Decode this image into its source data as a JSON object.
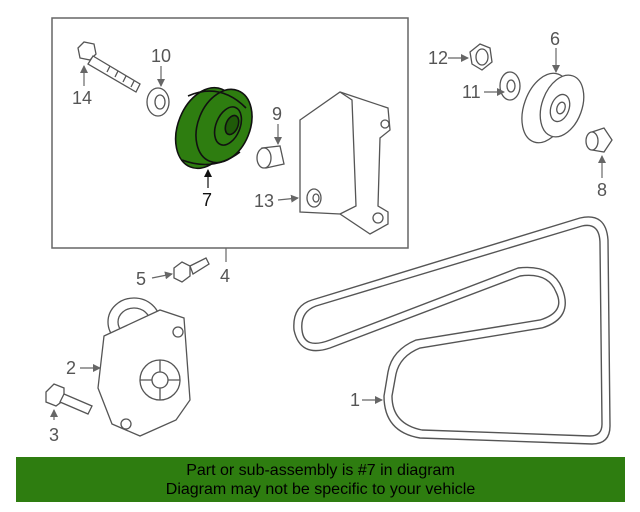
{
  "diagram": {
    "callouts": [
      {
        "id": "1",
        "label": "1"
      },
      {
        "id": "2",
        "label": "2"
      },
      {
        "id": "3",
        "label": "3"
      },
      {
        "id": "4",
        "label": "4"
      },
      {
        "id": "5",
        "label": "5"
      },
      {
        "id": "6",
        "label": "6"
      },
      {
        "id": "7",
        "label": "7",
        "highlighted": true
      },
      {
        "id": "8",
        "label": "8"
      },
      {
        "id": "9",
        "label": "9"
      },
      {
        "id": "10",
        "label": "10"
      },
      {
        "id": "11",
        "label": "11"
      },
      {
        "id": "12",
        "label": "12"
      },
      {
        "id": "13",
        "label": "13"
      },
      {
        "id": "14",
        "label": "14"
      }
    ],
    "highlight_color": "#2e7d10",
    "line_color": "#666666"
  },
  "banner": {
    "line1": "Part or sub-assembly is #7 in diagram",
    "line2": "Diagram may not be specific to your vehicle",
    "background": "#2e7d10"
  }
}
